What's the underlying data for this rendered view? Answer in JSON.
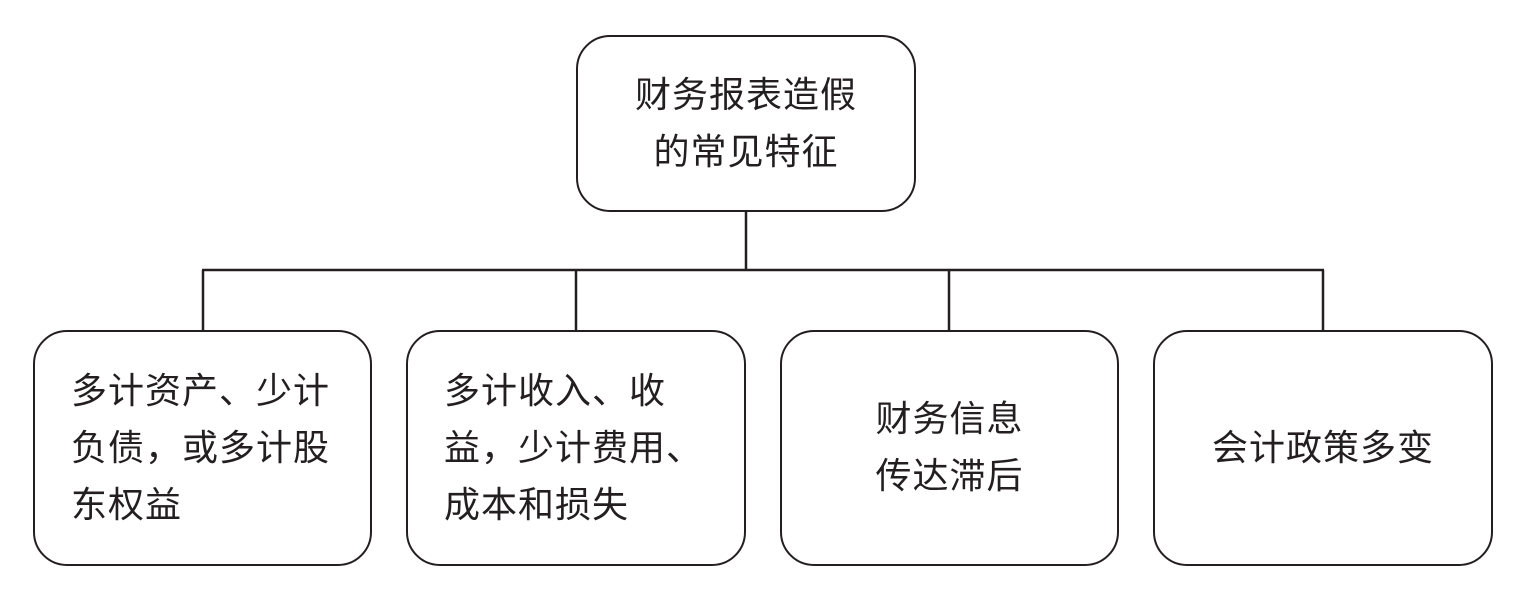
{
  "root": {
    "lines": [
      "财务报表造假",
      "的常见特征"
    ]
  },
  "children": [
    {
      "lines": [
        "多计资产、少计",
        "负债，或多计股",
        "东权益"
      ]
    },
    {
      "lines": [
        "多计收入、收",
        "益，少计费用、",
        "成本和损失"
      ]
    },
    {
      "lines": [
        "财务信息",
        "传达滞后"
      ]
    },
    {
      "lines": [
        "会计政策多变"
      ]
    }
  ]
}
